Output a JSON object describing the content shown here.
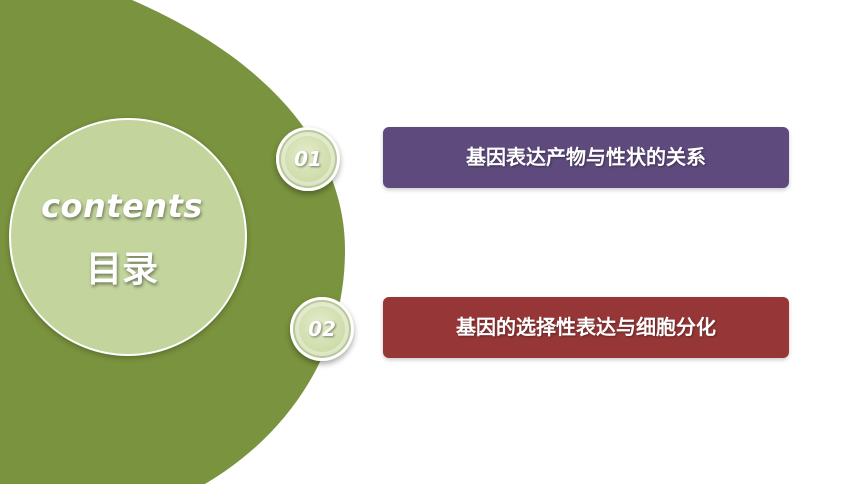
{
  "cover": {
    "title_en": "contents",
    "title_cn": "目录"
  },
  "colors": {
    "shape_green": "#7a933e",
    "circle_light": "#c3d59d",
    "bar_purple": "#5e4a7d",
    "bar_red": "#963637"
  },
  "items": [
    {
      "number": "01",
      "label": "基因表达产物与性状的关系"
    },
    {
      "number": "02",
      "label": "基因的选择性表达与细胞分化"
    }
  ]
}
